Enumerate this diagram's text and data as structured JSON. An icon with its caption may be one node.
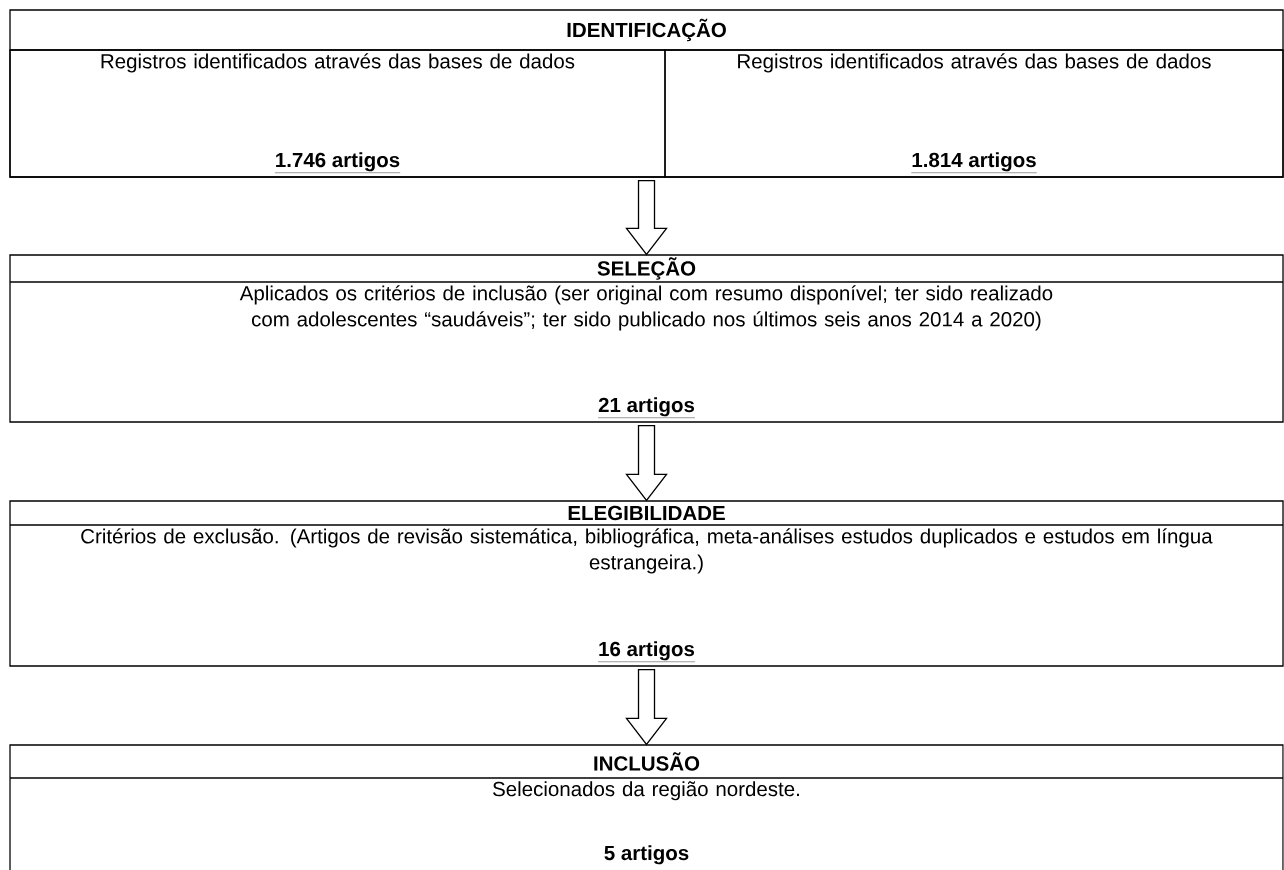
{
  "diagram": {
    "nodes": [
      {
        "text": [
          "IDENTIFICAÇÃO"
        ]
      },
      {
        "text": [
          "Registros identificados através das bases de dados",
          "1.746 artigos"
        ],
        "in": 0
      },
      {
        "text": [
          "Registros identificados através das bases de dados",
          "1.814 artigos"
        ],
        "in": 0
      },
      {
        "text": [
          "SELEÇÃO",
          "Aplicados os critérios de inclusão (ser original com resumo disponível; ter sido realizado com adolescentes “saudáveis”; ter sido publicado nos últimos seis anos 2014 a 2020)",
          "21 artigos"
        ]
      },
      {
        "text": [
          "ELEGIBILIDADE",
          "Critérios de exclusão. (Artigos de revisão sistemática, bibliográfica, meta-análises estudos duplicados e estudos em língua estrangeira.)",
          "16 artigos"
        ]
      },
      {
        "text": [
          "INCLUSÃO",
          "Selecionados da região nordeste.",
          "5 artigos"
        ]
      }
    ],
    "edges": [
      {
        "from": 0,
        "to": 3,
        "arrow": "to"
      },
      {
        "from": 3,
        "to": 4,
        "arrow": "to"
      },
      {
        "from": 4,
        "to": 5,
        "arrow": "to"
      }
    ]
  }
}
